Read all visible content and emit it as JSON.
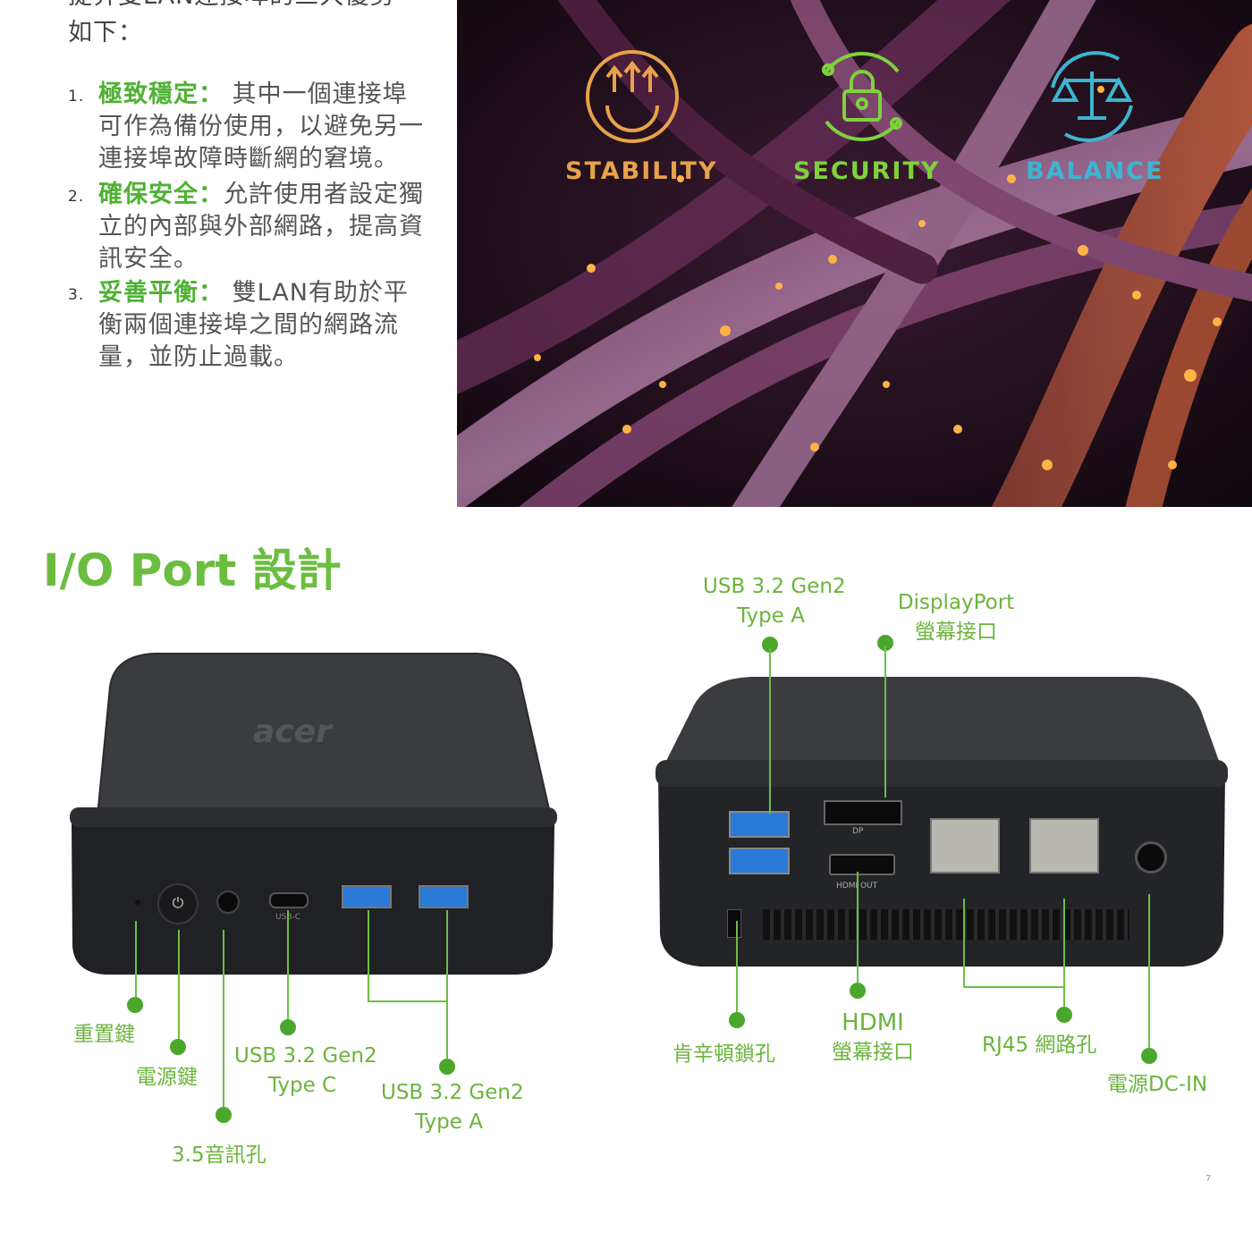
{
  "intro": {
    "line1": "提昇雙LAN連接埠的三大優勢",
    "line2": "如下："
  },
  "benefits": [
    {
      "num": "1.",
      "title": "極致穩定：",
      "body": " 其中一個連接埠可作為備份使用，以避免另一連接埠故障時斷網的窘境。"
    },
    {
      "num": "2.",
      "title": "確保安全：",
      "body": "允許使用者設定獨立的內部與外部網路，提高資訊安全。"
    },
    {
      "num": "3.",
      "title": "妥善平衡：",
      "body": " 雙LAN有助於平衡兩個連接埠之間的網路流量，並防止過載。"
    }
  ],
  "hero": {
    "badges": [
      {
        "label": "STABILITY",
        "color": "#e8a24a",
        "icon": "gear-arrows-icon"
      },
      {
        "label": "SECURITY",
        "color": "#7ed23c",
        "icon": "padlock-icon"
      },
      {
        "label": "BALANCE",
        "color": "#3fb4d0",
        "icon": "scales-icon"
      }
    ]
  },
  "section": {
    "title": "I/O Port 設計"
  },
  "front": {
    "logo": "acer",
    "port_marks": [
      "USB-C"
    ],
    "labels": {
      "reset": "重置鍵",
      "power": "電源鍵",
      "audio": "3.5音訊孔",
      "usbc_line1": "USB 3.2 Gen2",
      "usbc_line2": "Type C",
      "usba_line1": "USB 3.2 Gen2",
      "usba_line2": "Type A"
    }
  },
  "rear": {
    "port_marks": [
      "DP",
      "HDMI OUT"
    ],
    "labels": {
      "usba_line1": "USB 3.2 Gen2",
      "usba_line2": "Type A",
      "dp_line1": "DisplayPort",
      "dp_line2": "螢幕接口",
      "kensington": "肯辛頓鎖孔",
      "hdmi_line1": "HDMI",
      "hdmi_line2": "螢幕接口",
      "rj45": "RJ45 網路孔",
      "dcin": "電源DC-IN"
    }
  },
  "page": {
    "number": "7"
  },
  "colors": {
    "accent_green": "#6bb43c",
    "dot_green": "#4ba72c"
  }
}
